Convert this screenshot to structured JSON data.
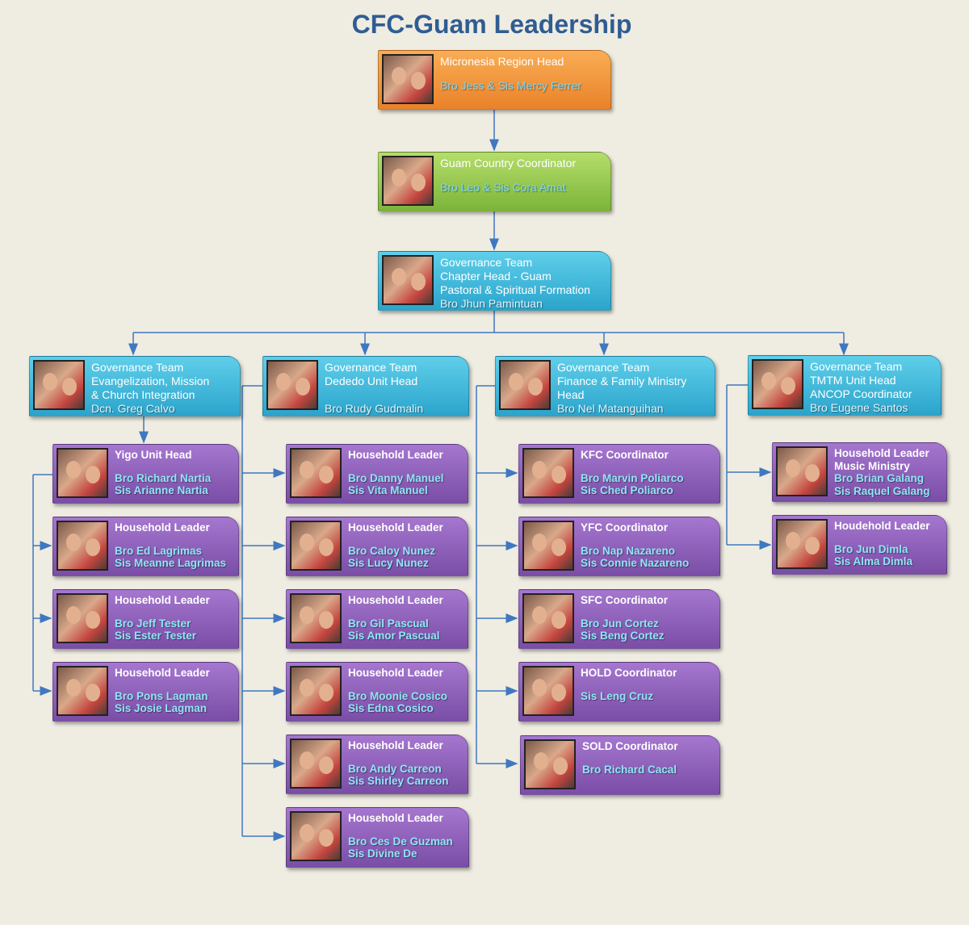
{
  "title": "CFC-Guam Leadership",
  "colors": {
    "orange": "#e9822a",
    "green": "#7cb53a",
    "blue": "#2ba4cc",
    "purple": "#7a4da6",
    "connector": "#3f78c0"
  },
  "nodes": [
    {
      "id": "region",
      "color": "orange",
      "role": [
        "Micronesia Region Head"
      ],
      "names": [
        "Bro Jess & Sis Mercy Ferrer"
      ]
    },
    {
      "id": "country",
      "color": "green",
      "role": [
        "Guam Country Coordinator"
      ],
      "names": [
        "Bro Leo & Sis Cora Amat"
      ]
    },
    {
      "id": "chapter",
      "color": "blue",
      "role": [
        "Governance Team",
        "Chapter Head - Guam",
        "Pastoral & Spiritual Formation"
      ],
      "names": [
        "Bro Jhun Pamintuan"
      ]
    },
    {
      "id": "gov1",
      "color": "blue",
      "role": [
        "Governance Team",
        "Evangelization, Mission",
        "& Church Integration"
      ],
      "names": [
        "Dcn. Greg Calvo"
      ]
    },
    {
      "id": "gov2",
      "color": "blue",
      "role": [
        "Governance Team",
        "Dededo Unit Head",
        ""
      ],
      "names": [
        "Bro Rudy Gudmalin"
      ]
    },
    {
      "id": "gov3",
      "color": "blue",
      "role": [
        "Governance Team",
        "Finance & Family Ministry",
        "Head"
      ],
      "names": [
        "Bro Nel Matanguihan"
      ]
    },
    {
      "id": "gov4",
      "color": "blue",
      "role": [
        "Governance Team",
        "TMTM Unit Head",
        "ANCOP Coordinator"
      ],
      "names": [
        "Bro Eugene Santos"
      ]
    },
    {
      "id": "c1r1",
      "color": "purple",
      "role": [
        "Yigo Unit Head"
      ],
      "names": [
        "Bro Richard Nartia",
        "Sis Arianne Nartia"
      ]
    },
    {
      "id": "c1r2",
      "color": "purple",
      "role": [
        "Household Leader"
      ],
      "names": [
        "Bro Ed Lagrimas",
        "Sis Meanne Lagrimas"
      ]
    },
    {
      "id": "c1r3",
      "color": "purple",
      "role": [
        "Household Leader"
      ],
      "names": [
        "Bro Jeff Tester",
        "Sis Ester Tester"
      ]
    },
    {
      "id": "c1r4",
      "color": "purple",
      "role": [
        "Household Leader"
      ],
      "names": [
        "Bro Pons Lagman",
        "Sis Josie Lagman"
      ]
    },
    {
      "id": "c2r1",
      "color": "purple",
      "role": [
        "Household Leader"
      ],
      "names": [
        "Bro Danny Manuel",
        "Sis Vita Manuel"
      ]
    },
    {
      "id": "c2r2",
      "color": "purple",
      "role": [
        "Household Leader"
      ],
      "names": [
        "Bro Caloy Nunez",
        "Sis Lucy Nunez"
      ]
    },
    {
      "id": "c2r3",
      "color": "purple",
      "role": [
        "Household Leader"
      ],
      "names": [
        "Bro Gil Pascual",
        "Sis Amor Pascual"
      ]
    },
    {
      "id": "c2r4",
      "color": "purple",
      "role": [
        "Household Leader"
      ],
      "names": [
        "Bro Moonie Cosico",
        "Sis Edna Cosico"
      ]
    },
    {
      "id": "c2r5",
      "color": "purple",
      "role": [
        "Household Leader"
      ],
      "names": [
        "Bro Andy Carreon",
        "Sis Shirley Carreon"
      ]
    },
    {
      "id": "c2r6",
      "color": "purple",
      "role": [
        "Household Leader"
      ],
      "names": [
        "Bro Ces De Guzman",
        "Sis Divine De"
      ]
    },
    {
      "id": "c3r1",
      "color": "purple",
      "role": [
        "KFC Coordinator"
      ],
      "names": [
        "Bro Marvin Poliarco",
        "Sis Ched Poliarco"
      ]
    },
    {
      "id": "c3r2",
      "color": "purple",
      "role": [
        "YFC Coordinator"
      ],
      "names": [
        "Bro Nap Nazareno",
        "Sis Connie Nazareno"
      ]
    },
    {
      "id": "c3r3",
      "color": "purple",
      "role": [
        "SFC Coordinator"
      ],
      "names": [
        "Bro Jun Cortez",
        "Sis Beng Cortez"
      ]
    },
    {
      "id": "c3r4",
      "color": "purple",
      "role": [
        "HOLD Coordinator"
      ],
      "names": [
        "Sis Leng Cruz"
      ]
    },
    {
      "id": "c3r5",
      "color": "purple",
      "role": [
        "SOLD Coordinator"
      ],
      "names": [
        "Bro Richard Cacal"
      ]
    },
    {
      "id": "c4r1",
      "color": "purple",
      "role": [
        "Household Leader",
        "Music Ministry"
      ],
      "names": [
        "Bro Brian Galang",
        "Sis Raquel Galang"
      ]
    },
    {
      "id": "c4r2",
      "color": "purple",
      "role": [
        "Houdehold Leader"
      ],
      "names": [
        "Bro Jun Dimla",
        "Sis Alma Dimla"
      ]
    }
  ]
}
